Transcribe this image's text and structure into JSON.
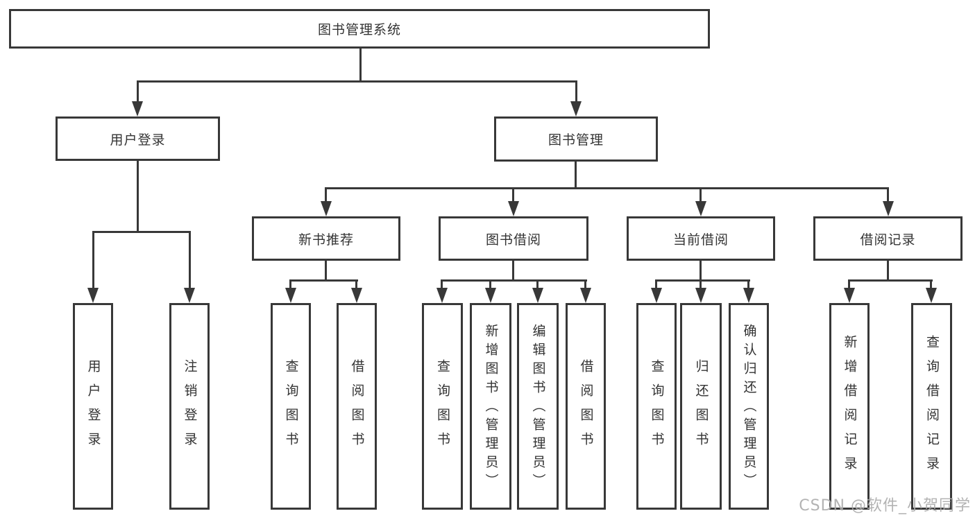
{
  "title": "图书管理系统",
  "watermark": "CSDN @软件_小贺同学",
  "colors": {
    "line": "#383838",
    "border": "#383838",
    "text": "#333333",
    "background": "#ffffff",
    "watermark": "#acacac"
  },
  "nodes": {
    "root": {
      "label": "图书管理系统"
    },
    "user_login": {
      "label": "用户登录"
    },
    "book_mgmt": {
      "label": "图书管理"
    },
    "new_book_rec": {
      "label": "新书推荐"
    },
    "book_borrow": {
      "label": "图书借阅"
    },
    "current_borrow": {
      "label": "当前借阅"
    },
    "borrow_records": {
      "label": "借阅记录"
    },
    "leaf_user_login": {
      "label": "用户登录"
    },
    "leaf_logout": {
      "label": "注销登录"
    },
    "leaf_query_book_1": {
      "label": "查询图书"
    },
    "leaf_borrow_book_1": {
      "label": "借阅图书"
    },
    "leaf_query_book_2": {
      "label": "查询图书"
    },
    "leaf_add_book": {
      "label": "新增图书（管理员）"
    },
    "leaf_edit_book": {
      "label": "编辑图书（管理员）"
    },
    "leaf_borrow_book_2": {
      "label": "借阅图书"
    },
    "leaf_query_book_3": {
      "label": "查询图书"
    },
    "leaf_return_book": {
      "label": "归还图书"
    },
    "leaf_confirm_return": {
      "label": "确认归还（管理员）"
    },
    "leaf_add_record": {
      "label": "新增借阅记录"
    },
    "leaf_query_record": {
      "label": "查询借阅记录"
    }
  },
  "structure": {
    "edges": [
      [
        "root",
        "user_login"
      ],
      [
        "root",
        "book_mgmt"
      ],
      [
        "user_login",
        "leaf_user_login"
      ],
      [
        "user_login",
        "leaf_logout"
      ],
      [
        "book_mgmt",
        "new_book_rec"
      ],
      [
        "book_mgmt",
        "book_borrow"
      ],
      [
        "book_mgmt",
        "current_borrow"
      ],
      [
        "book_mgmt",
        "borrow_records"
      ],
      [
        "new_book_rec",
        "leaf_query_book_1"
      ],
      [
        "new_book_rec",
        "leaf_borrow_book_1"
      ],
      [
        "book_borrow",
        "leaf_query_book_2"
      ],
      [
        "book_borrow",
        "leaf_add_book"
      ],
      [
        "book_borrow",
        "leaf_edit_book"
      ],
      [
        "book_borrow",
        "leaf_borrow_book_2"
      ],
      [
        "current_borrow",
        "leaf_query_book_3"
      ],
      [
        "current_borrow",
        "leaf_return_book"
      ],
      [
        "current_borrow",
        "leaf_confirm_return"
      ],
      [
        "borrow_records",
        "leaf_add_record"
      ],
      [
        "borrow_records",
        "leaf_query_record"
      ]
    ]
  }
}
